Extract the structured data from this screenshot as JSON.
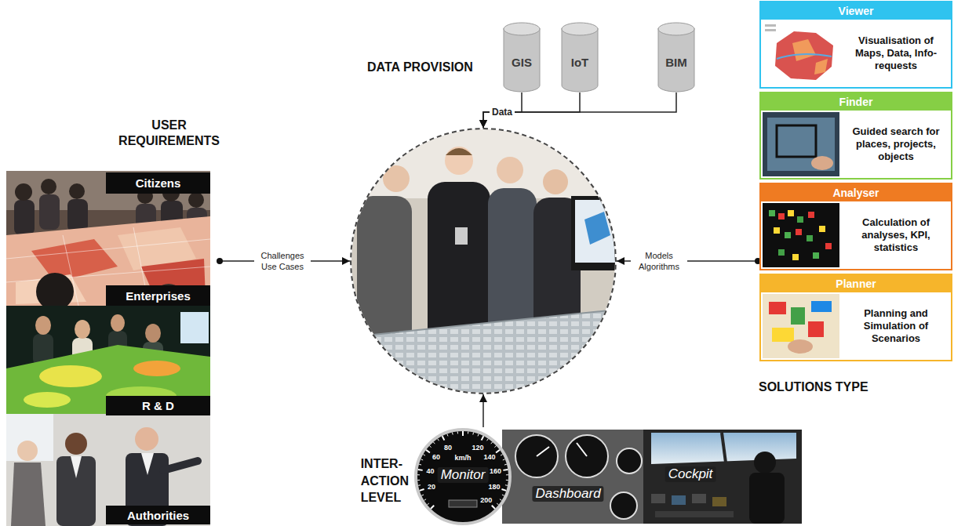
{
  "diagram": {
    "nodes": [
      {
        "text": [
          "GIS"
        ]
      },
      {
        "text": [
          "IoT"
        ]
      },
      {
        "text": [
          "BIM"
        ]
      },
      {
        "text": [
          "USER REQUIREMENTS"
        ]
      },
      {
        "text": [
          "Citizens"
        ],
        "in": 3
      },
      {
        "text": [
          "Enterprises"
        ],
        "in": 3
      },
      {
        "text": [
          "R & D"
        ],
        "in": 3
      },
      {
        "text": [
          "Authorities"
        ],
        "in": 3
      },
      {
        "text": []
      },
      {
        "text": [
          "SOLUTIONS TYPE"
        ]
      },
      {
        "text": [
          "Viewer",
          "Visualisation of Maps, Data, Info-requests"
        ],
        "in": 9
      },
      {
        "text": [
          "Finder",
          "Guided search for places, projects, objects"
        ],
        "in": 9
      },
      {
        "text": [
          "Analyser",
          "Calculation of analyses, KPI, statistics"
        ],
        "in": 9
      },
      {
        "text": [
          "Planner",
          "Planning and Simulation of Scenarios"
        ],
        "in": 9
      },
      {
        "text": [
          "INTER- ACTION LEVEL",
          "Monitor",
          "Dashboard",
          "Cockpit"
        ]
      }
    ],
    "edges": [
      {
        "from": 0,
        "to": 8,
        "arrow": "to",
        "label": "Data"
      },
      {
        "from": 1,
        "to": 8,
        "arrow": "to"
      },
      {
        "from": 2,
        "to": 8,
        "arrow": "to"
      },
      {
        "from": 3,
        "to": 8,
        "arrow": "to",
        "label": "Challenges Use Cases"
      },
      {
        "from": 9,
        "to": 8,
        "arrow": "to",
        "label": "Models Algorithms"
      },
      {
        "from": 14,
        "to": 8,
        "arrow": "to"
      }
    ],
    "labels": [
      "DATA PROVISION",
      "20",
      "40",
      "60",
      "80",
      "120",
      "140",
      "160",
      "180",
      "200",
      "km/h"
    ]
  }
}
